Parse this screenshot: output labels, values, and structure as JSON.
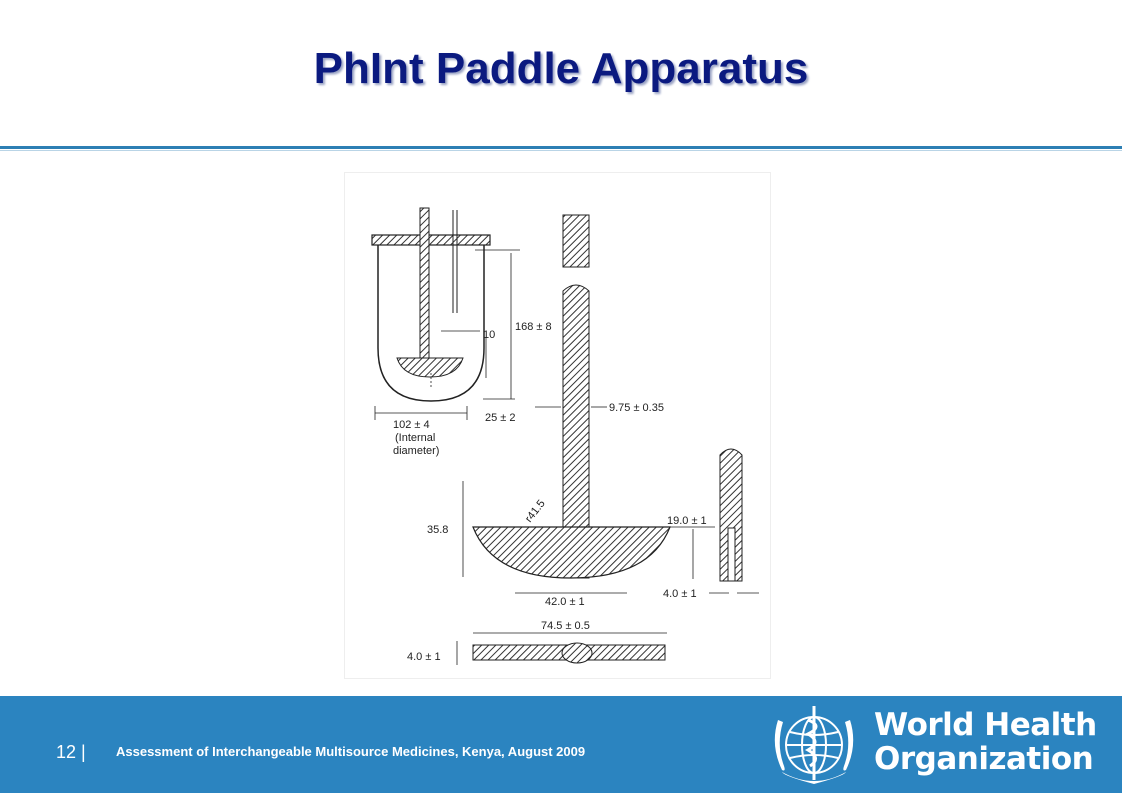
{
  "slide": {
    "title": "PhInt Paddle Apparatus"
  },
  "figure": {
    "labels": {
      "shaft_gap": "10",
      "height": "168 ± 8",
      "bottom_clearance": "25 ± 2",
      "vessel_diameter": "102 ± 4",
      "internal": "(Internal",
      "diameter": "diameter)",
      "shaft_diameter": "9.75 ± 0.35",
      "blade_height": "35.8",
      "radius": "r41.5",
      "blade_bottom": "42.0 ± 1",
      "side_height": "19.0 ± 1",
      "side_thickness": "4.0 ± 1",
      "top_length": "74.5 ± 0.5",
      "top_thickness": "4.0 ± 1"
    }
  },
  "footer": {
    "slide_number": "12 |",
    "text": "Assessment of Interchangeable Multisource Medicines,  Kenya, August  2009",
    "org_line1": "World Health",
    "org_line2": "Organization",
    "color": "#2b84c0"
  }
}
